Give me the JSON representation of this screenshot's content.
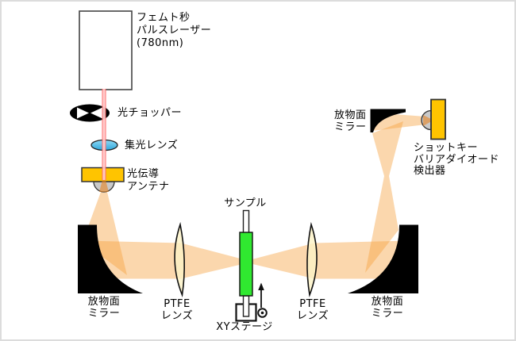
{
  "labels": {
    "laser": {
      "l1": "フェムト秒",
      "l2": "パルスレーザー",
      "l3": "(780nm)"
    },
    "chopper": "光チョッパー",
    "condenser": "集光レンズ",
    "antenna": {
      "l1": "光伝導",
      "l2": "アンテナ"
    },
    "sample": "サンプル",
    "stage": "XYステージ",
    "ptfe": {
      "l1": "PTFE",
      "l2": "レンズ"
    },
    "mirror": {
      "l1": "放物面",
      "l2": "ミラー"
    },
    "detector": {
      "l1": "ショットキー",
      "l2": "バリアダイオード",
      "l3": "検出器"
    }
  },
  "colors": {
    "thz_beam": "rgba(245,160,60,0.42)",
    "thz_beam_dense": "rgba(230,135,40,0.62)",
    "laser_red": "#ff4d4d",
    "laser_pink": "#ffc8c8",
    "antenna_gold": "#FFC400",
    "detector_gold": "#FFC400",
    "sample_green": "#30E930",
    "lens_blue_top": "#8FD9F5",
    "lens_blue_bottom": "#2EA7DB",
    "ptfe_cream": "rgba(253,242,198,0.8)",
    "mirror_black": "#000000",
    "silicon_gray": "#C9C9C9",
    "box_white": "#ffffff"
  }
}
